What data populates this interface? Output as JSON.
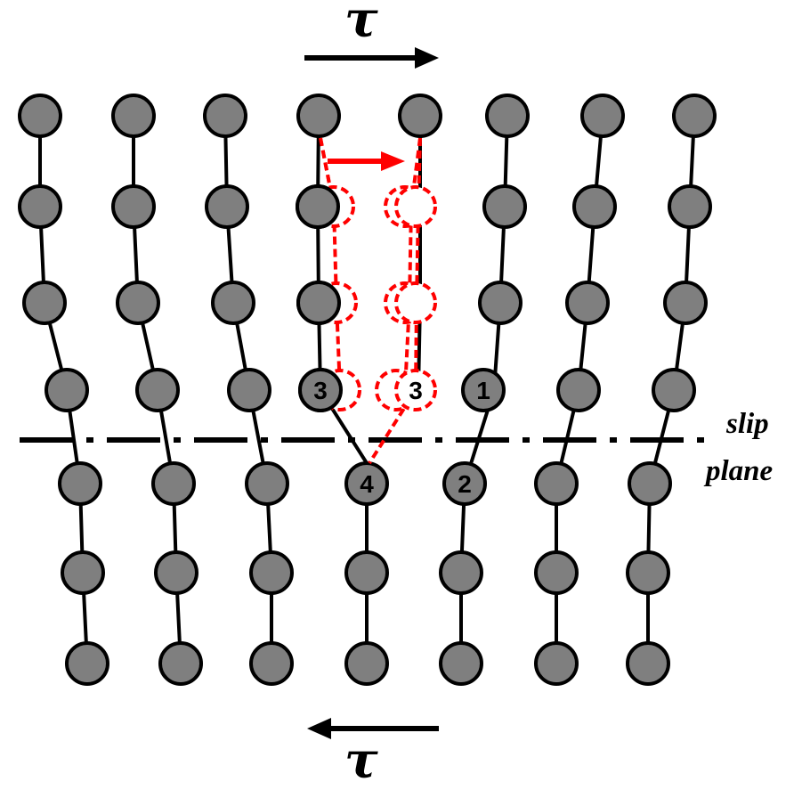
{
  "shear_stress_symbol": "τ",
  "slip_plane_label": [
    "slip",
    "plane"
  ],
  "atom_numbers": [
    "3",
    "3",
    "1",
    "4",
    "2"
  ],
  "colors": {
    "atom_fill": "#7f7f7f",
    "bond": "#000000",
    "displacement": "#ff0000",
    "background": "#ffffff"
  }
}
